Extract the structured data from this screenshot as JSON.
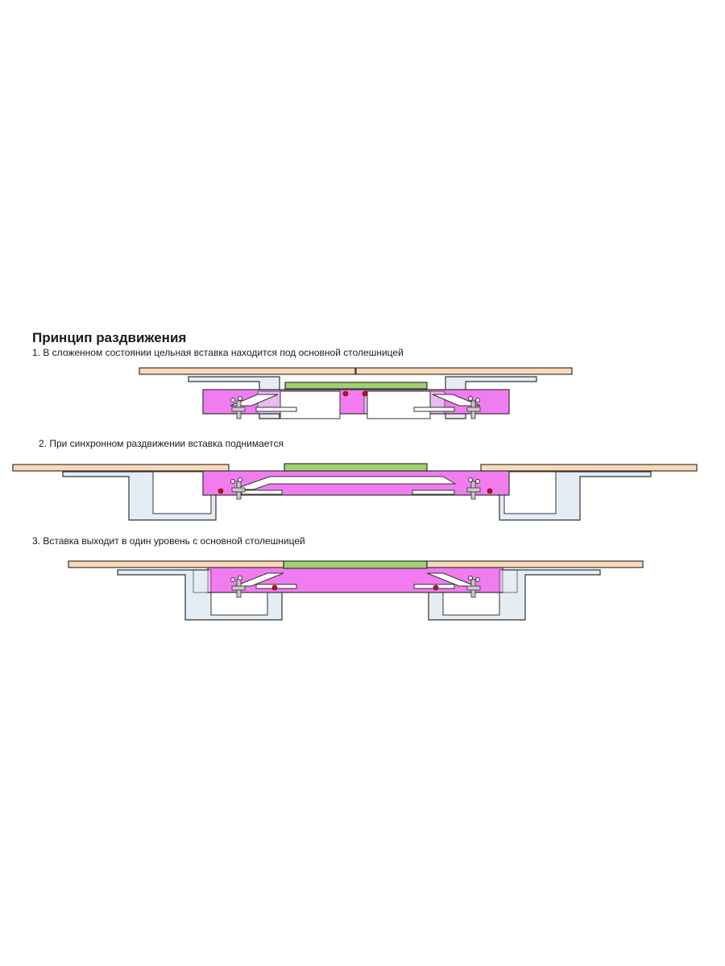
{
  "diagram": {
    "title": "Принцип раздвижения",
    "steps": [
      {
        "caption": "1. В сложенном состоянии цельная вставка находится под основной столешницей"
      },
      {
        "caption": "2. При синхронном раздвижении вставка поднимается"
      },
      {
        "caption": "3. Вставка выходит в один уровень с основной столешницей"
      }
    ]
  },
  "colors": {
    "tabletop": "#fbd9b8",
    "insert": "#9fd170",
    "mechanism": "#f07cf0",
    "rail": "#e4ecf4",
    "outline": "#333333",
    "pin": "#c0111a"
  }
}
